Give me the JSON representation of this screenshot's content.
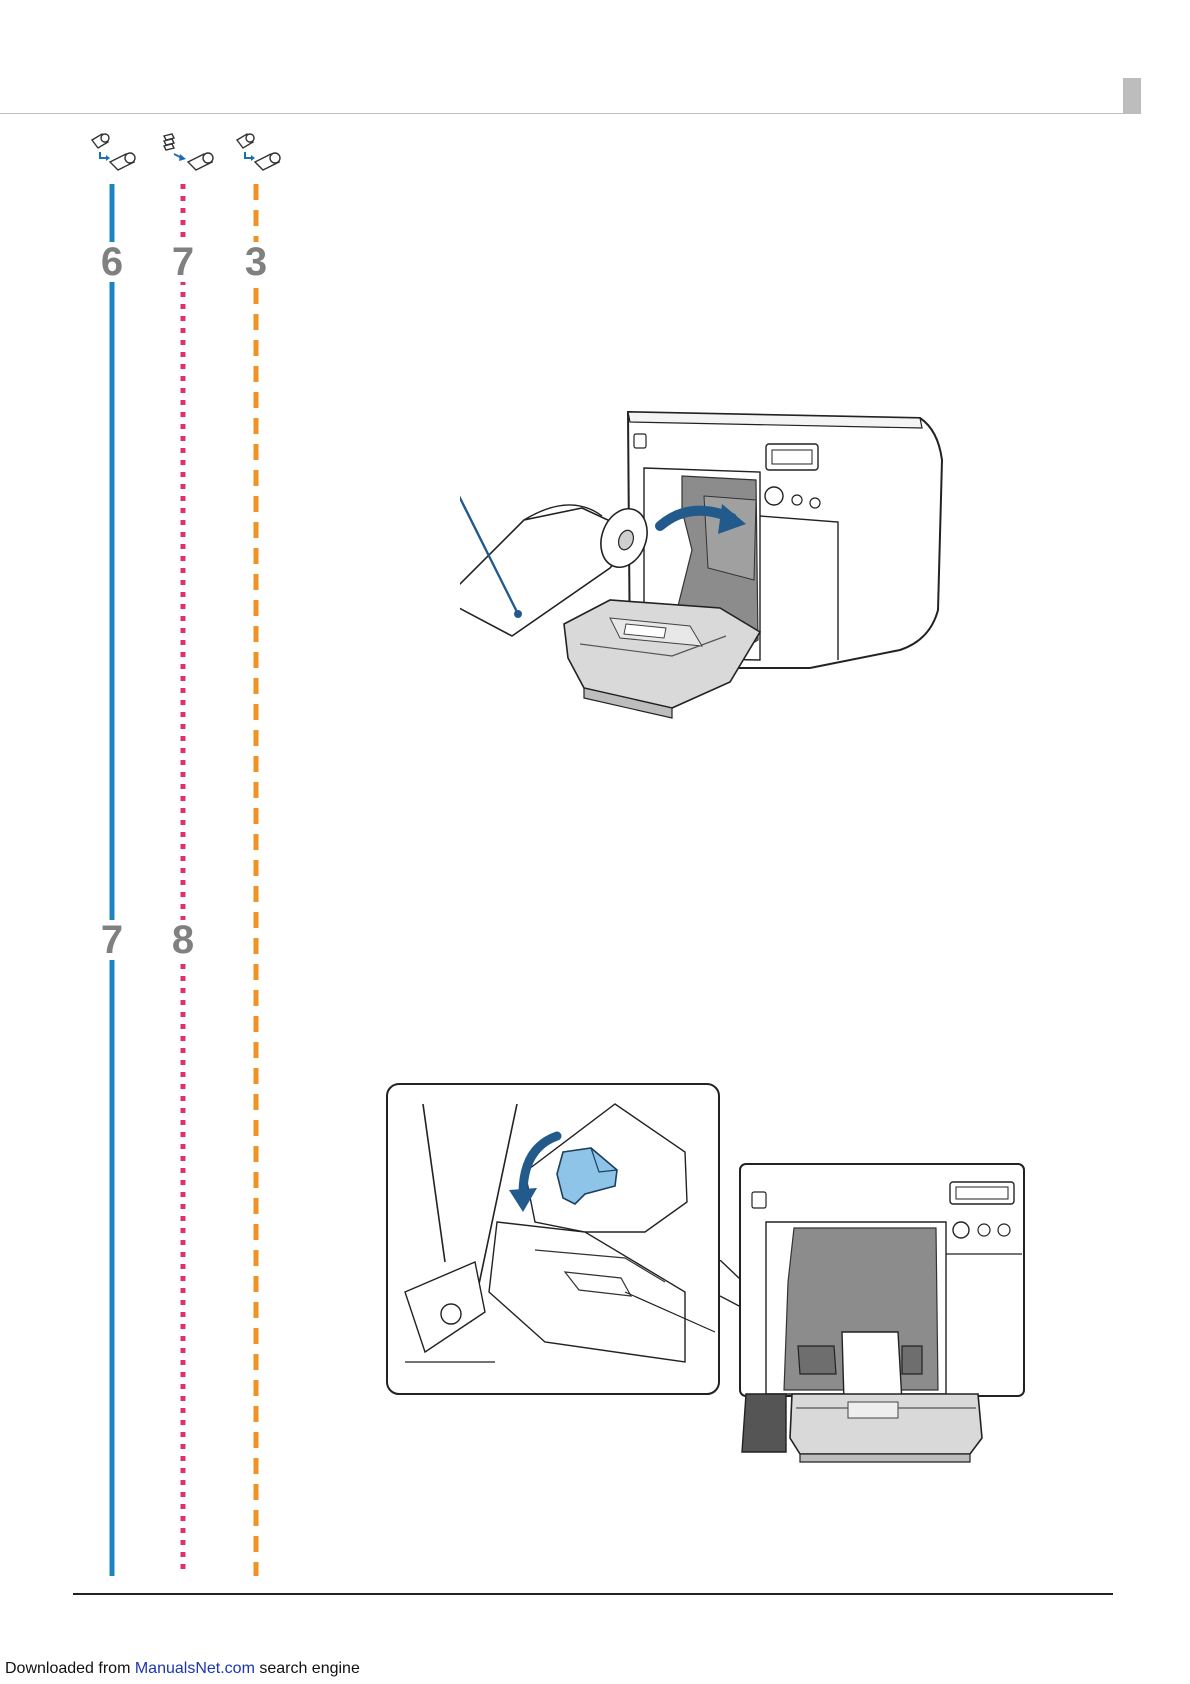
{
  "colors": {
    "track_solid": "#1a85c2",
    "track_dotted": "#e0306e",
    "track_dashed": "#f29224",
    "step_number": "#808080",
    "roller_blue": "#235a8c",
    "lever_blue": "#8ec4e8"
  },
  "icons": [
    "roll-to-roll-icon",
    "fanfold-to-roll-icon",
    "roll-to-roll-icon"
  ],
  "steps": {
    "track1": [
      "6",
      "7"
    ],
    "track2": [
      "7",
      "8"
    ],
    "track3": [
      "3"
    ]
  },
  "footer": {
    "prefix": "Downloaded from ",
    "link": "ManualsNet.com",
    "suffix": " search engine"
  }
}
